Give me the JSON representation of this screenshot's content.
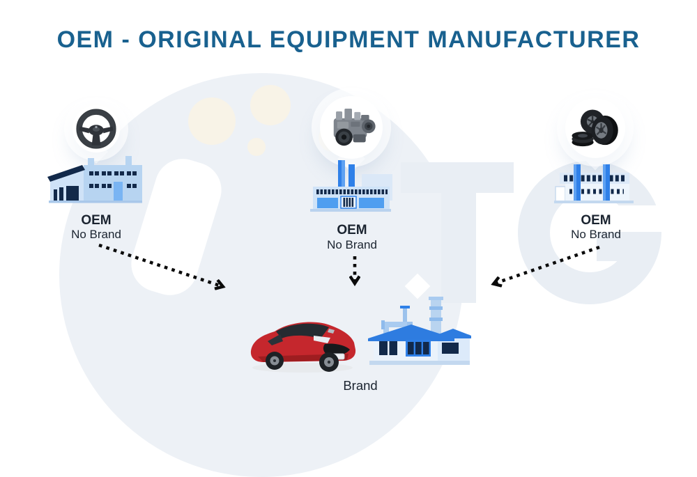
{
  "title": "OEM - ORIGINAL EQUIPMENT MANUFACTURER",
  "watermark_text": "ITG",
  "suppliers": [
    {
      "id": "steering-wheel-oem",
      "icon": "steering-wheel-icon",
      "label": "OEM",
      "sublabel": "No Brand"
    },
    {
      "id": "engine-oem",
      "icon": "engine-icon",
      "label": "OEM",
      "sublabel": "No Brand"
    },
    {
      "id": "tires-oem",
      "icon": "tires-icon",
      "label": "OEM",
      "sublabel": "No Brand"
    }
  ],
  "brand": {
    "label": "Brand",
    "icons": [
      "red-car-icon",
      "brand-factory-icon"
    ]
  },
  "edges": [
    {
      "from": "steering-wheel-oem",
      "to": "brand",
      "style": "dotted-arrow"
    },
    {
      "from": "engine-oem",
      "to": "brand",
      "style": "dotted-arrow"
    },
    {
      "from": "tires-oem",
      "to": "brand",
      "style": "dotted-arrow"
    }
  ],
  "colors": {
    "title": "#19618f",
    "label": "#1b2430",
    "arrow": "#0b0b0b",
    "factory_light_blue": "#cfe3f8",
    "factory_bright_blue": "#2f80e8",
    "factory_navy": "#12294a",
    "car_red": "#c5272d",
    "watermark": "#e9eef4",
    "cream_accent": "#fbf3e1"
  }
}
